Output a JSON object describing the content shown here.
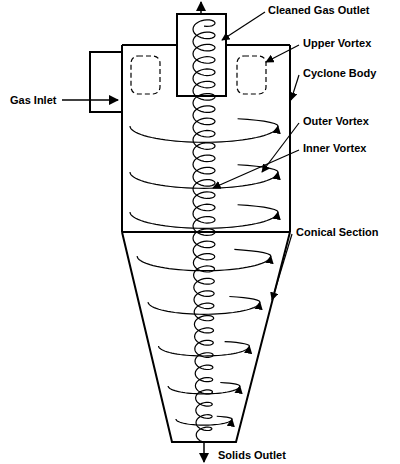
{
  "diagram": {
    "labels": [
      "Cleaned Gas Outlet",
      "Upper Vortex",
      "Cyclone Body",
      "Outer Vortex",
      "Inner Vortex",
      "Conical Section",
      "Gas Inlet",
      "Solids Outlet"
    ]
  }
}
